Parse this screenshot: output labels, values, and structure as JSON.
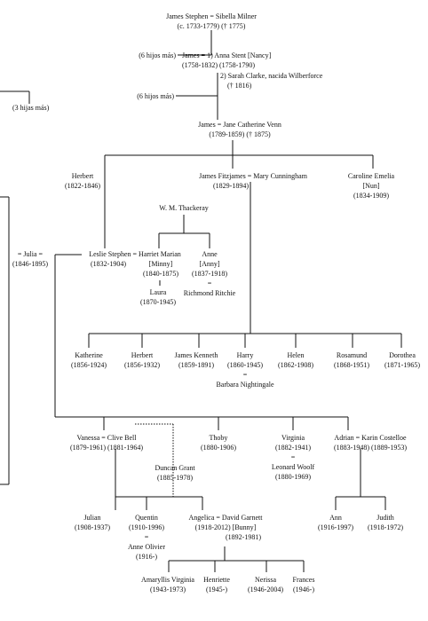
{
  "people": {
    "james_stephen": {
      "name": "James Stephen = Sibella Milner",
      "dates": "(c. 1733-1779)     († 1775)"
    },
    "six_more_1": {
      "text": "(6 hijos más)"
    },
    "james_1758": {
      "name": "James = 1) Anna Stent [Nancy]",
      "dates": "(1758-1832)       (1758-1790)"
    },
    "sarah_clarke": {
      "line1": "2) Sarah Clarke, nacida Wilberforce",
      "line2": "(† 1816)"
    },
    "six_more_2": {
      "text": "(6 hijos más)"
    },
    "three_daughters": {
      "text": "(3 hijas más)"
    },
    "james_1789": {
      "name": "James = Jane Catherine Venn",
      "dates": "(1789-1859)   († 1875)"
    },
    "herbert_1822": {
      "name": "Herbert",
      "dates": "(1822-1846)"
    },
    "james_fitzjames": {
      "name": "James Fitzjames = Mary Cunningham",
      "dates": "(1829-1894)"
    },
    "caroline_emelia": {
      "name": "Caroline Emelia",
      "nick": "[Nun]",
      "dates": "(1834-1909)"
    },
    "thackeray": {
      "name": "W. M. Thackeray"
    },
    "julia": {
      "name": "=   Julia   =",
      "dates": "(1846-1895)"
    },
    "leslie_stephen": {
      "name": "Leslie Stephen = Harriet Marian",
      "dates": "(1832-1904)"
    },
    "harriet_marian": {
      "nick": "[Minny]",
      "dates": "(1840-1875)"
    },
    "anne": {
      "name": "Anne",
      "nick": "[Anny]",
      "dates": "(1837-1918)",
      "eq": "=",
      "spouse": "Richmond Ritchie"
    },
    "laura": {
      "name": "Laura",
      "dates": "(1870-1945)"
    },
    "katherine": {
      "name": "Katherine",
      "dates": "(1856-1924)"
    },
    "herbert_1856": {
      "name": "Herbert",
      "dates": "(1856-1932)"
    },
    "james_kenneth": {
      "name": "James Kenneth",
      "dates": "(1859-1891)"
    },
    "harry": {
      "name": "Harry",
      "dates": "(1860-1945)",
      "eq": "=",
      "spouse": "Barbara Nightingale"
    },
    "helen": {
      "name": "Helen",
      "dates": "(1862-1908)"
    },
    "rosamund": {
      "name": "Rosamund",
      "dates": "(1868-1951)"
    },
    "dorothea": {
      "name": "Dorothea",
      "dates": "(1871-1965)"
    },
    "vanessa": {
      "name": "Vanessa = Clive Bell",
      "dates": "(1879-1961)   (1881-1964)"
    },
    "thoby": {
      "name": "Thoby",
      "dates": "(1880-1906)"
    },
    "virginia": {
      "name": "Virginia",
      "dates": "(1882-1941)",
      "eq": "=",
      "spouse": "Leonard Woolf",
      "spouse_dates": "(1880-1969)"
    },
    "adrian": {
      "name": "Adrian = Karin Costelloe",
      "dates": "(1883-1948)   (1889-1953)"
    },
    "duncan_grant": {
      "name": "Duncan Grant",
      "dates": "(1885-1978)"
    },
    "julian": {
      "name": "Julian",
      "dates": "(1908-1937)"
    },
    "quentin": {
      "name": "Quentin",
      "dates": "(1910-1996)",
      "eq": "=",
      "spouse": "Anne Olivier",
      "spouse_dates": "(1916-)"
    },
    "angelica": {
      "name": "Angelica = David Garnett",
      "dates": "(1918-2012)   [Bunny]",
      "spouse_dates": "(1892-1981)"
    },
    "ann": {
      "name": "Ann",
      "dates": "(1916-1997)"
    },
    "judith": {
      "name": "Judith",
      "dates": "(1918-1972)"
    },
    "amaryllis": {
      "name": "Amaryllis Virginia",
      "dates": "(1943-1973)"
    },
    "henrietta": {
      "name": "Henriette",
      "dates": "(1945-)"
    },
    "nerissa": {
      "name": "Nerissa",
      "dates": "(1946-2004)"
    },
    "frances": {
      "name": "Frances",
      "dates": "(1946-)"
    }
  }
}
